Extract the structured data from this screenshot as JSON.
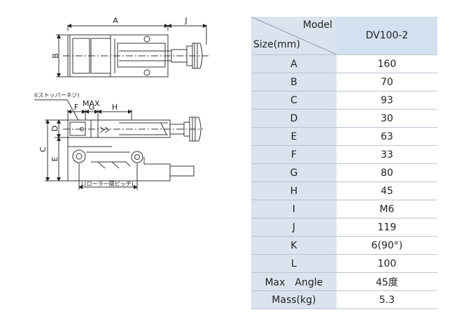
{
  "drawing": {
    "labels": {
      "A": "A",
      "J": "J",
      "B": "B",
      "I": "I(ストッパーネジ)",
      "MAX": "MAX",
      "F": "F",
      "G": "G",
      "H": "H",
      "D": "D",
      "C": "C",
      "E": "E",
      "L": "L(ローラー間ピッチ)"
    }
  },
  "table": {
    "header": {
      "model_label": "Model",
      "size_label": "Size(mm)",
      "model_value": "DV100-2"
    },
    "rows": [
      {
        "label": "A",
        "value": "160"
      },
      {
        "label": "B",
        "value": "70"
      },
      {
        "label": "C",
        "value": "93"
      },
      {
        "label": "D",
        "value": "30"
      },
      {
        "label": "E",
        "value": "63"
      },
      {
        "label": "F",
        "value": "33"
      },
      {
        "label": "G",
        "value": "80"
      },
      {
        "label": "H",
        "value": "45"
      },
      {
        "label": "I",
        "value": "M6"
      },
      {
        "label": "J",
        "value": "119"
      },
      {
        "label": "K",
        "value": "6(90°)"
      },
      {
        "label": "L",
        "value": "100"
      },
      {
        "label": "Max　Angle",
        "value": "45度"
      },
      {
        "label": "Mass(kg)",
        "value": "5.3"
      }
    ]
  }
}
